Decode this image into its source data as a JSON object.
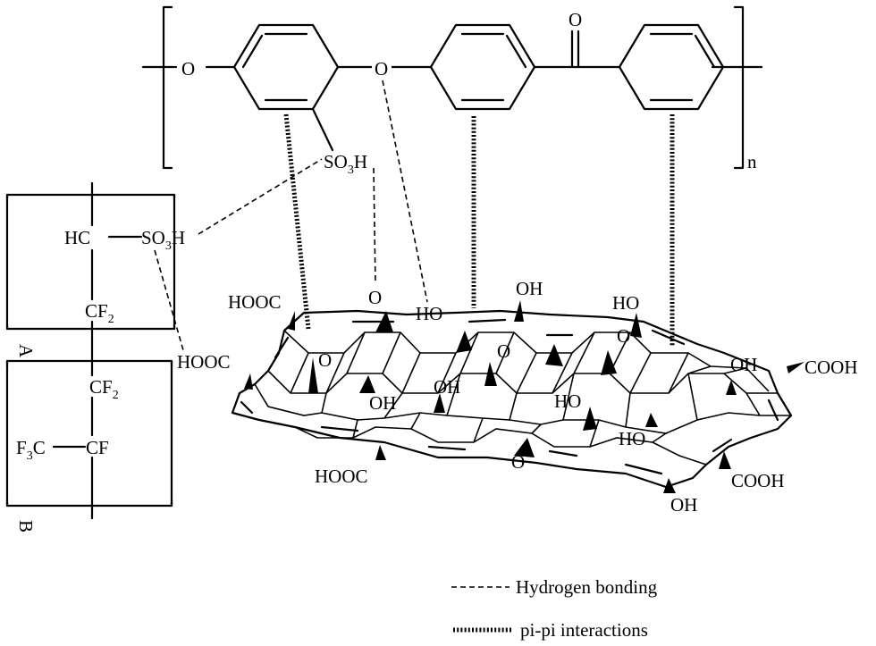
{
  "polymer": {
    "carbonyl_o": "O",
    "ether_o_left": "O",
    "ether_o_mid": "O",
    "sulfonic": "SO",
    "sulfonic_sub": "3",
    "sulfonic_h": "H",
    "repeat_n": "n"
  },
  "nafion": {
    "hc": "HC",
    "so3h": "SO",
    "so3h_sub": "3",
    "so3h_h": "H",
    "cf2_top": "CF",
    "cf2_top_sub": "2",
    "block_a": "A",
    "cf2_bottom": "CF",
    "cf2_bottom_sub": "2",
    "f3c": "F",
    "f3c_sub": "3",
    "f3c_c": "C",
    "cf": "CF",
    "block_b": "B"
  },
  "graphene_oxide": {
    "cooh_groups": [
      "HOOC",
      "HOOC",
      "COOH",
      "HOOC",
      "COOH"
    ],
    "oh_groups": [
      "OH",
      "HO",
      "HO",
      "OH",
      "OH",
      "OH",
      "HO",
      "HO",
      "OH"
    ],
    "epoxide_o": [
      "O",
      "O",
      "O",
      "O",
      "O"
    ]
  },
  "legend": {
    "hydrogen_bonding": "Hydrogen bonding",
    "pi_pi": "pi-pi interactions"
  }
}
